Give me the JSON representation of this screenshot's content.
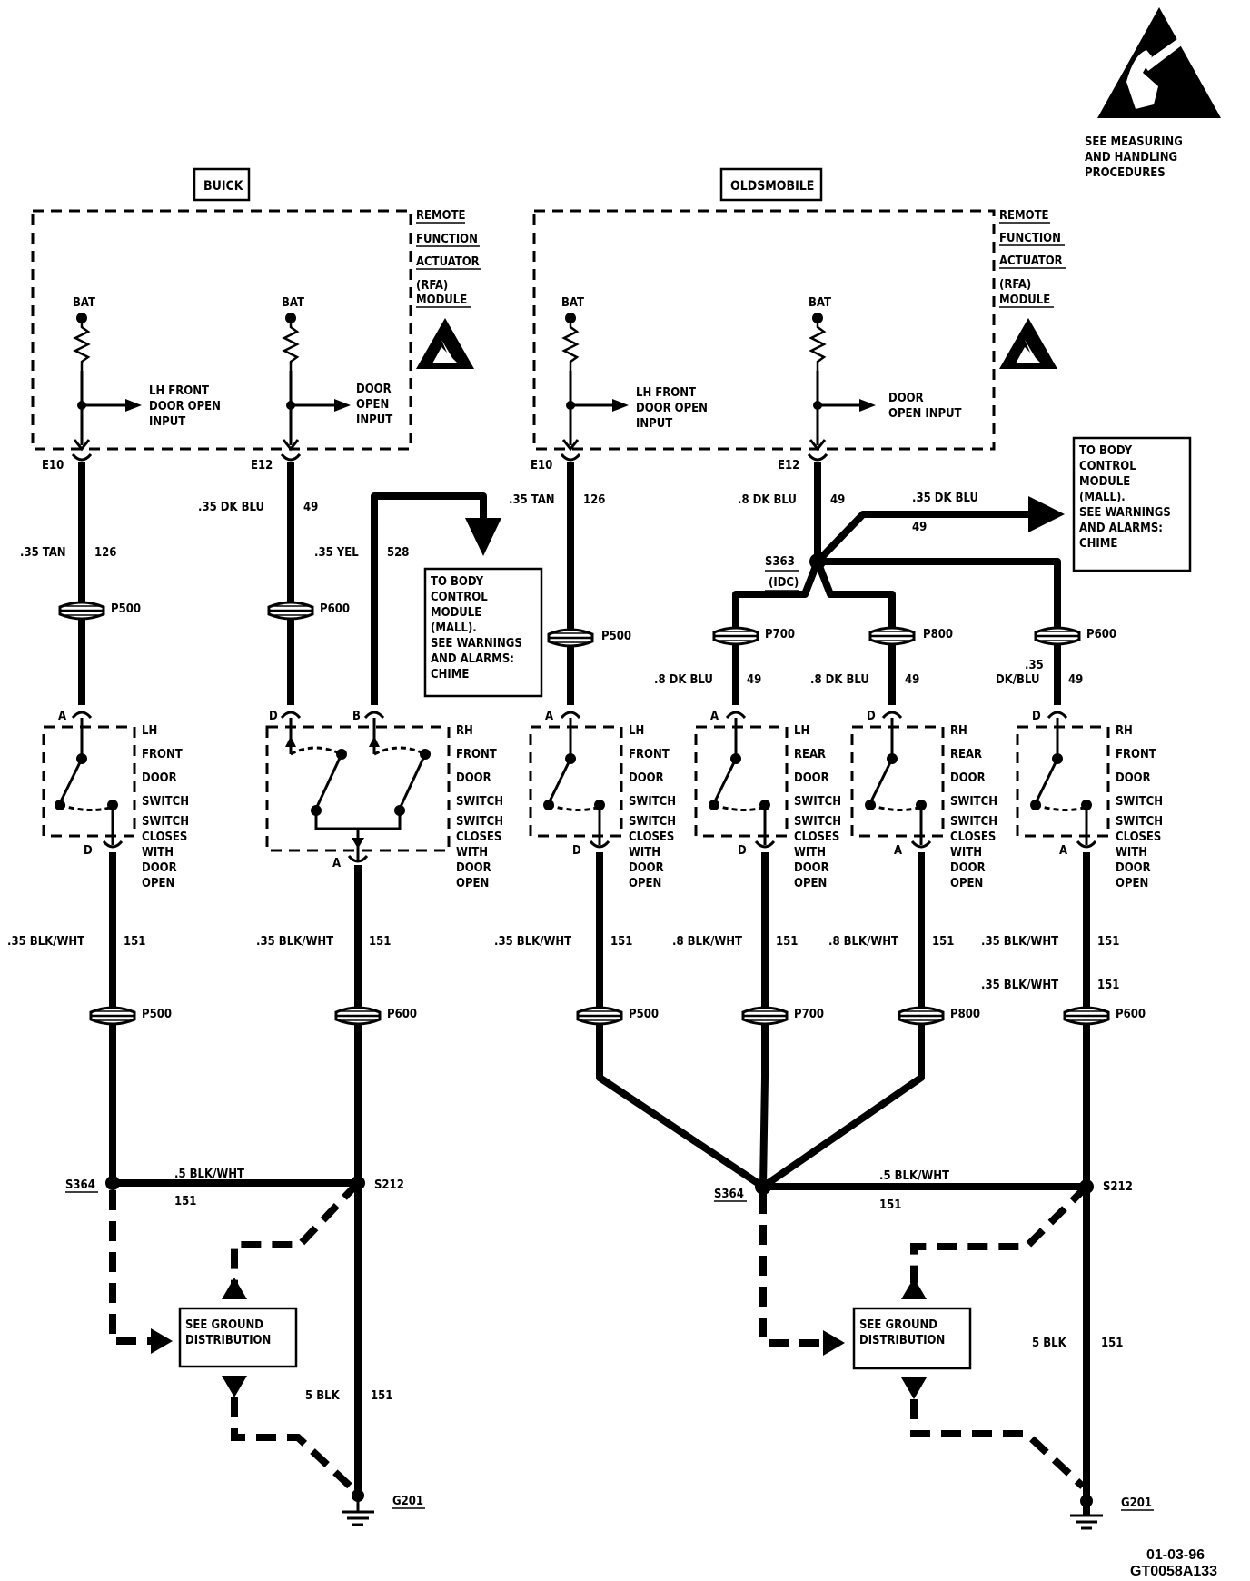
{
  "esd_warning": {
    "l1": "SEE MEASURING",
    "l2": "AND HANDLING",
    "l3": "PROCEDURES"
  },
  "buick": {
    "title": "BUICK",
    "module": {
      "l1": "REMOTE",
      "l2": "FUNCTION",
      "l3": "ACTUATOR",
      "l4": "(RFA)",
      "l5": "MODULE"
    },
    "bat1": "BAT",
    "bat2": "BAT",
    "lh_input": {
      "l1": "LH FRONT",
      "l2": "DOOR OPEN",
      "l3": "INPUT"
    },
    "door_input": {
      "l1": "DOOR",
      "l2": "OPEN",
      "l3": "INPUT"
    },
    "pin_e10": "E10",
    "pin_e12": "E12",
    "w126": {
      "gauge": ".35 TAN",
      "circuit": "126"
    },
    "w49": {
      "gauge": ".35 DK BLU",
      "circuit": "49"
    },
    "w528": {
      "gauge": ".35 YEL",
      "circuit": "528"
    },
    "bcm_note": {
      "l1": "TO BODY",
      "l2": "CONTROL",
      "l3": "MODULE",
      "l4": "(MALL).",
      "l5": "SEE WARNINGS",
      "l6": "AND ALARMS:",
      "l7": "CHIME"
    },
    "p500": "P500",
    "p600": "P600",
    "p500b": "P500",
    "p600b": "P600",
    "lh_sw": {
      "pin_top": "A",
      "pin_bot": "D",
      "l1": "LH",
      "l2": "FRONT",
      "l3": "DOOR",
      "l4": "SWITCH"
    },
    "rh_sw": {
      "pin_top1": "D",
      "pin_top2": "B",
      "pin_bot": "A",
      "l1": "RH",
      "l2": "FRONT",
      "l3": "DOOR",
      "l4": "SWITCH"
    },
    "closes": {
      "l1": "SWITCH",
      "l2": "CLOSES",
      "l3": "WITH",
      "l4": "DOOR",
      "l5": "OPEN"
    },
    "w151a": {
      "gauge": ".35 BLK/WHT",
      "circuit": "151"
    },
    "w151b": {
      "gauge": ".35 BLK/WHT",
      "circuit": "151"
    },
    "s364": "S364",
    "s212": "S212",
    "w151c": {
      "gauge": ".5 BLK/WHT",
      "circuit": "151"
    },
    "ground_note": {
      "l1": "SEE GROUND",
      "l2": "DISTRIBUTION"
    },
    "w151d": {
      "gauge": "5 BLK",
      "circuit": "151"
    },
    "g201": "G201"
  },
  "olds": {
    "title": "OLDSMOBILE",
    "module": {
      "l1": "REMOTE",
      "l2": "FUNCTION",
      "l3": "ACTUATOR",
      "l4": "(RFA)",
      "l5": "MODULE"
    },
    "bat1": "BAT",
    "bat2": "BAT",
    "lh_input": {
      "l1": "LH FRONT",
      "l2": "DOOR OPEN",
      "l3": "INPUT"
    },
    "door_input": {
      "l1": "DOOR",
      "l2": "OPEN INPUT"
    },
    "pin_e10": "E10",
    "pin_e12": "E12",
    "w126": {
      "gauge": ".35 TAN",
      "circuit": "126"
    },
    "w49a": {
      "gauge": ".8 DK BLU",
      "circuit": "49"
    },
    "w49b": {
      "gauge": ".35 DK BLU",
      "circuit": "49"
    },
    "bcm_note": {
      "l1": "TO BODY",
      "l2": "CONTROL",
      "l3": "MODULE",
      "l4": "(MALL).",
      "l5": "SEE WARNINGS",
      "l6": "AND ALARMS:",
      "l7": "CHIME"
    },
    "s363": "S363",
    "idc": "(IDC)",
    "p500": "P500",
    "p700": "P700",
    "p800": "P800",
    "p600": "P600",
    "w49c": {
      "gauge": ".8 DK BLU",
      "circuit": "49"
    },
    "w49d": {
      "gauge": ".8 DK BLU",
      "circuit": "49"
    },
    "w49e": {
      "gauge1": ".35",
      "gauge2": "DK/BLU",
      "circuit": "49"
    },
    "sw1": {
      "pin_top": "A",
      "pin_bot": "D",
      "l1": "LH",
      "l2": "FRONT",
      "l3": "DOOR",
      "l4": "SWITCH"
    },
    "sw2": {
      "pin_top": "A",
      "pin_bot": "D",
      "l1": "LH",
      "l2": "REAR",
      "l3": "DOOR",
      "l4": "SWITCH"
    },
    "sw3": {
      "pin_top": "D",
      "pin_bot": "A",
      "l1": "RH",
      "l2": "REAR",
      "l3": "DOOR",
      "l4": "SWITCH"
    },
    "sw4": {
      "pin_top": "D",
      "pin_bot": "A",
      "l1": "RH",
      "l2": "FRONT",
      "l3": "DOOR",
      "l4": "SWITCH"
    },
    "closes": {
      "l1": "SWITCH",
      "l2": "CLOSES",
      "l3": "WITH",
      "l4": "DOOR",
      "l5": "OPEN"
    },
    "w151a": {
      "gauge": ".35 BLK/WHT",
      "circuit": "151"
    },
    "w151b": {
      "gauge": ".8 BLK/WHT",
      "circuit": "151"
    },
    "w151c": {
      "gauge": ".8 BLK/WHT",
      "circuit": "151"
    },
    "w151d": {
      "gauge": ".35 BLK/WHT",
      "circuit": "151"
    },
    "w151e": {
      "gauge": ".35 BLK/WHT",
      "circuit": "151"
    },
    "p500b": "P500",
    "p700b": "P700",
    "p800b": "P800",
    "p600b": "P600",
    "s364": "S364",
    "s212": "S212",
    "w151f": {
      "gauge": ".5 BLK/WHT",
      "circuit": "151"
    },
    "ground_note": {
      "l1": "SEE GROUND",
      "l2": "DISTRIBUTION"
    },
    "w151g": {
      "gauge": "5 BLK",
      "circuit": "151"
    },
    "g201": "G201"
  },
  "footer": {
    "date": "01-03-96",
    "code": "GT0058A133"
  }
}
